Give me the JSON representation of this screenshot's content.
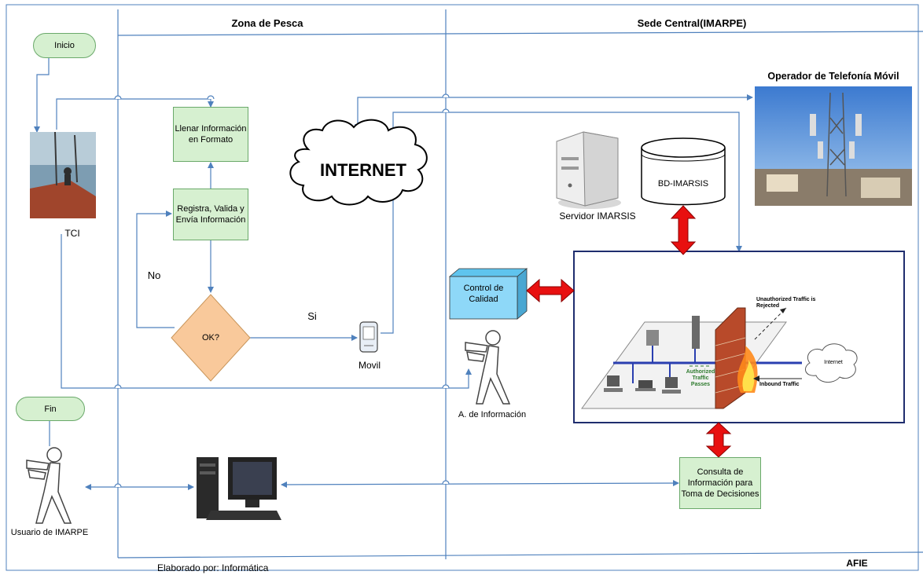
{
  "lanes": {
    "fishing_zone": "Zona de Pesca",
    "headquarters": "Sede Central(IMARPE)"
  },
  "flow": {
    "start": "Inicio",
    "end": "Fin",
    "fill_format": "Llenar Información en Formato",
    "register": "Registra, Valida y Envía Información",
    "decision": "OK?",
    "no_label": "No",
    "yes_label": "Si"
  },
  "nodes": {
    "tci": "TCI",
    "internet": "INTERNET",
    "mobile": "Movil",
    "server": "Servidor IMARSIS",
    "database": "BD-IMARSIS",
    "operator": "Operador de Telefonía Móvil",
    "quality_control": "Control de Calidad",
    "analyst": "A. de Información",
    "consult": "Consulta de Información para Toma de Decisiones",
    "user": "Usuario de IMARPE"
  },
  "firewall": {
    "unauthorized": "Unauthorized Traffic is Rejected",
    "authorized": "Authorized Traffic Passes",
    "inbound": "Inbound Traffic",
    "internet": "Internet"
  },
  "footer": {
    "author": "Elaborado por: Informática",
    "org": "AFIE"
  },
  "colors": {
    "lane_line": "#4f81bd",
    "green_fill": "#d6f0d0",
    "decision_fill": "#f9c99b",
    "arrow_red": "#e81010",
    "qc_fill": "#8ed8f8"
  }
}
